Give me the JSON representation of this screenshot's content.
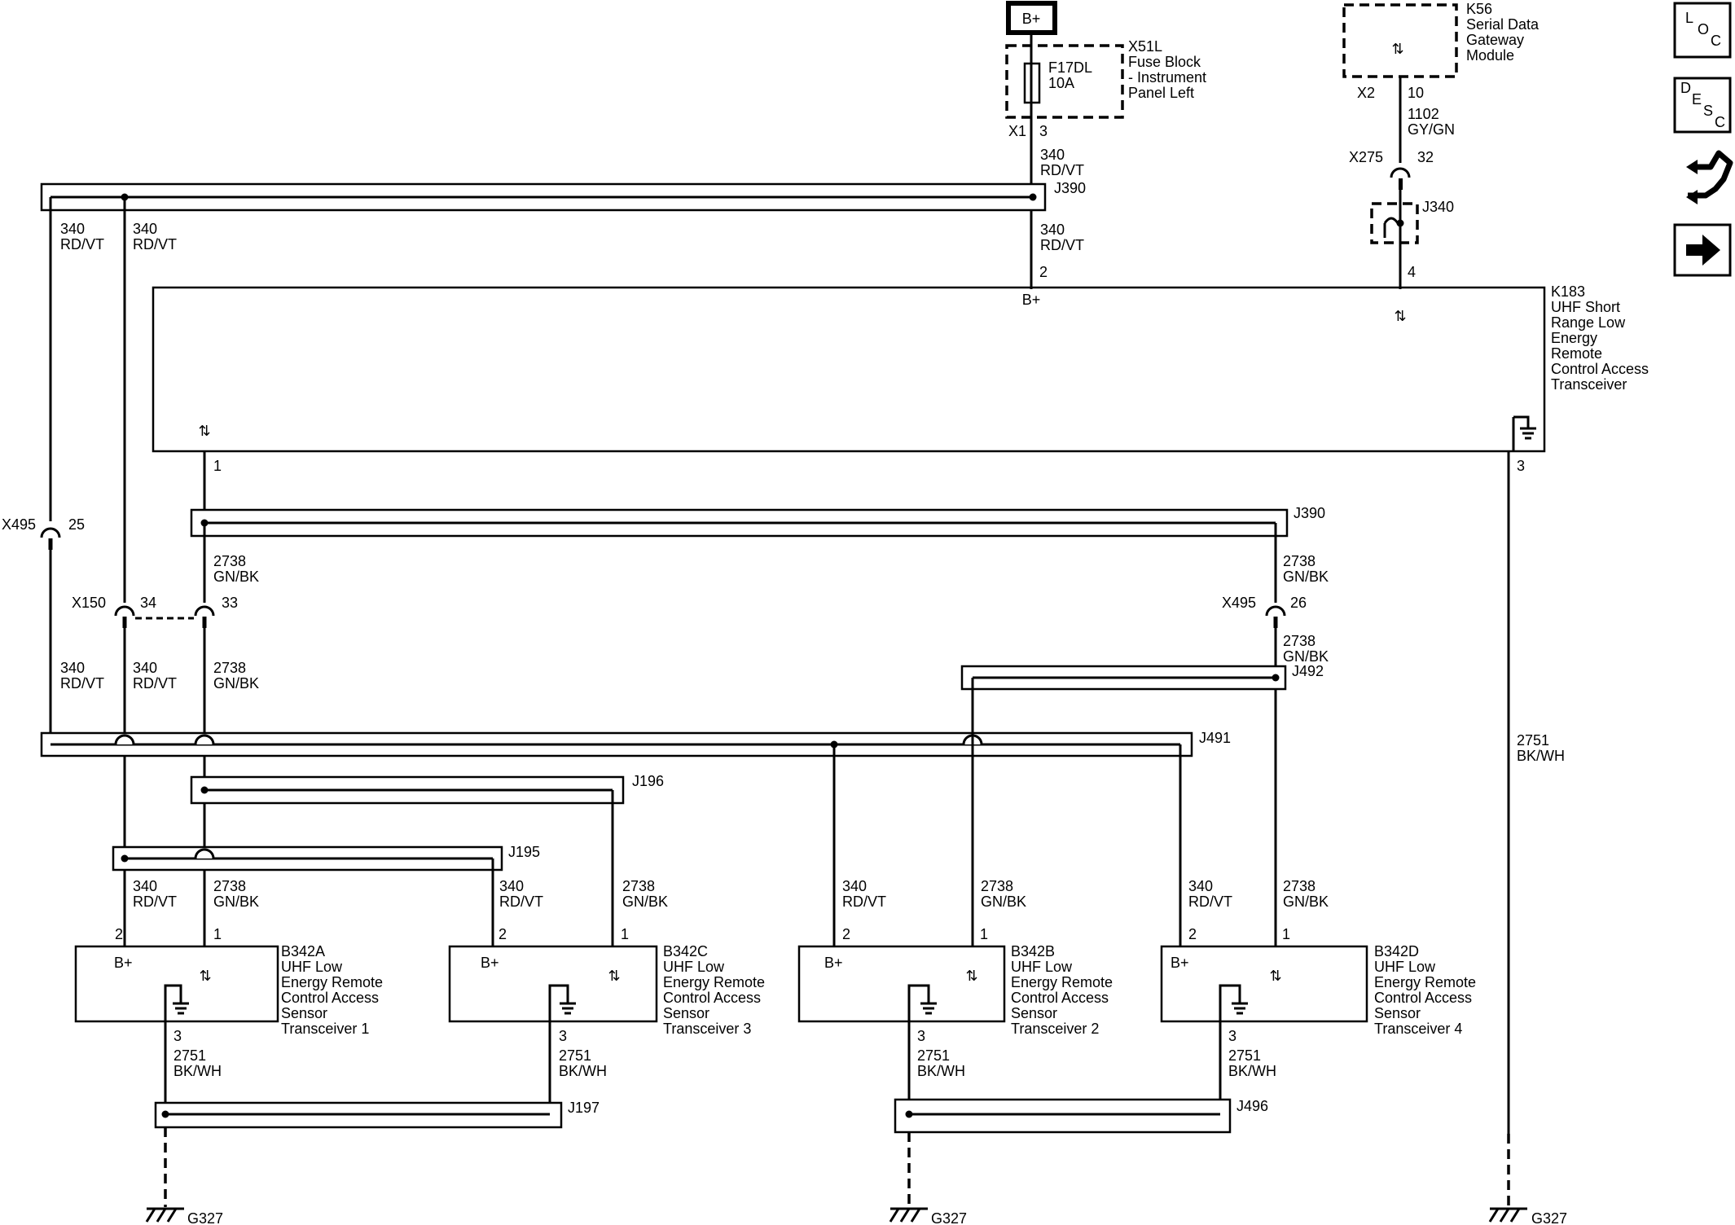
{
  "power": {
    "label": "B+"
  },
  "fuse_block": {
    "id": "X51L",
    "name_lines": [
      "Fuse Block",
      "- Instrument",
      "Panel Left"
    ],
    "fuse_id": "F17DL",
    "fuse_rating": "10A",
    "connector": "X1",
    "pin": "3"
  },
  "gateway": {
    "id": "K56",
    "name_lines": [
      "Serial Data",
      "Gateway",
      "Module"
    ],
    "connector": "X2",
    "pin": "10",
    "circuit": "1102",
    "color": "GY/GN"
  },
  "inline_x275": {
    "id": "X275",
    "pin": "32"
  },
  "inline_x495_top": {
    "id": "X495",
    "pin": "25"
  },
  "inline_x495_right": {
    "id": "X495",
    "pin": "26"
  },
  "inline_x150": {
    "id": "X150",
    "pin_a": "34",
    "pin_b": "33"
  },
  "splices": {
    "j390_top": "J390",
    "j340": "J340",
    "j390_mid": "J390",
    "j492": "J492",
    "j491": "J491",
    "j196": "J196",
    "j195": "J195",
    "j197": "J197",
    "j496": "J496"
  },
  "wires": {
    "rdvt_num": "340",
    "rdvt_color": "RD/VT",
    "gnbk_num": "2738",
    "gnbk_color": "GN/BK",
    "bkwh_num": "2751",
    "bkwh_color": "BK/WH"
  },
  "k183": {
    "id": "K183",
    "name_lines": [
      "UHF Short",
      "Range Low",
      "Energy",
      "Remote",
      "Control Access",
      "Transceiver"
    ],
    "pin_bplus": "2",
    "pin_data": "4",
    "pin_left": "1",
    "pin_ground": "3",
    "bplus_label": "B+"
  },
  "sensors": [
    {
      "id": "B342A",
      "name_lines": [
        "UHF Low",
        "Energy Remote",
        "Control Access",
        "Sensor",
        "Transceiver 1"
      ],
      "pin_bplus": "2",
      "pin_data": "1",
      "pin_ground": "3",
      "bplus_label": "B+"
    },
    {
      "id": "B342C",
      "name_lines": [
        "UHF Low",
        "Energy Remote",
        "Control Access",
        "Sensor",
        "Transceiver 3"
      ],
      "pin_bplus": "2",
      "pin_data": "1",
      "pin_ground": "3",
      "bplus_label": "B+"
    },
    {
      "id": "B342B",
      "name_lines": [
        "UHF Low",
        "Energy Remote",
        "Control Access",
        "Sensor",
        "Transceiver 2"
      ],
      "pin_bplus": "2",
      "pin_data": "1",
      "pin_ground": "3",
      "bplus_label": "B+"
    },
    {
      "id": "B342D",
      "name_lines": [
        "UHF Low",
        "Energy Remote",
        "Control Access",
        "Sensor",
        "Transceiver 4"
      ],
      "pin_bplus": "2",
      "pin_data": "1",
      "pin_ground": "3",
      "bplus_label": "B+"
    }
  ],
  "grounds": [
    "G327",
    "G327",
    "G327"
  ],
  "side_buttons": [
    {
      "name": "loc-button",
      "icon": "loc-icon",
      "letters": [
        "L",
        "O",
        "C"
      ]
    },
    {
      "name": "desc-button",
      "icon": "desc-icon",
      "letters": [
        "D",
        "E",
        "S",
        "C"
      ]
    },
    {
      "name": "connector-view-button",
      "icon": "connector-plug-icon"
    },
    {
      "name": "next-button",
      "icon": "arrow-right-icon"
    }
  ]
}
